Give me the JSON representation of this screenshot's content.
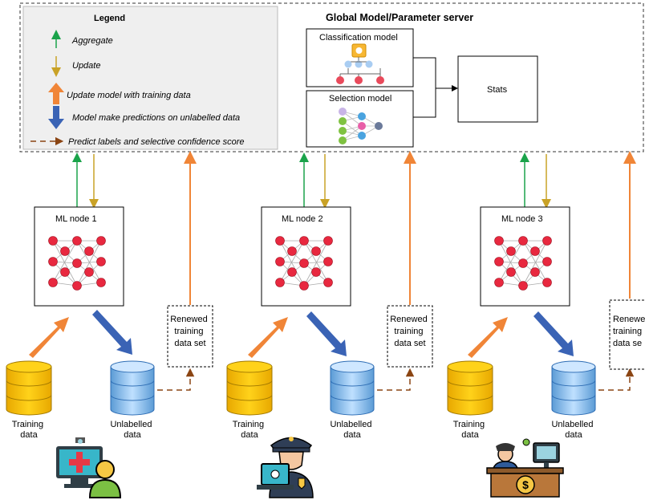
{
  "legend": {
    "title": "Legend",
    "items": [
      {
        "label": "Aggregate",
        "color": "#1aa34a"
      },
      {
        "label": "Update",
        "color": "#c9a227"
      },
      {
        "label": "Update model with training data",
        "color": "#f08537"
      },
      {
        "label": "Model make predictions on unlabelled data",
        "color": "#3a63b5"
      },
      {
        "label": "Predict labels and selective confidence score",
        "color": "#8b4513"
      }
    ]
  },
  "server": {
    "title": "Global Model/Parameter server",
    "classification_label": "Classification model",
    "selection_label": "Selection model",
    "stats_label": "Stats"
  },
  "nodes": [
    {
      "label": "ML node 1"
    },
    {
      "label": "ML node 2"
    },
    {
      "label": "ML node 3"
    }
  ],
  "renewed": {
    "line1": "Renewed",
    "line2": "training",
    "line3": "data set"
  },
  "renewed_partial": {
    "line1": "Renewe",
    "line2": "training",
    "line3": "data se"
  },
  "db": {
    "training_line1": "Training",
    "training_line2": "data",
    "unlabelled_line1": "Unlabelled",
    "unlabelled_line2": "data"
  },
  "icons": [
    "doctor-computer-icon",
    "police-officer-icon",
    "banker-desk-icon"
  ]
}
